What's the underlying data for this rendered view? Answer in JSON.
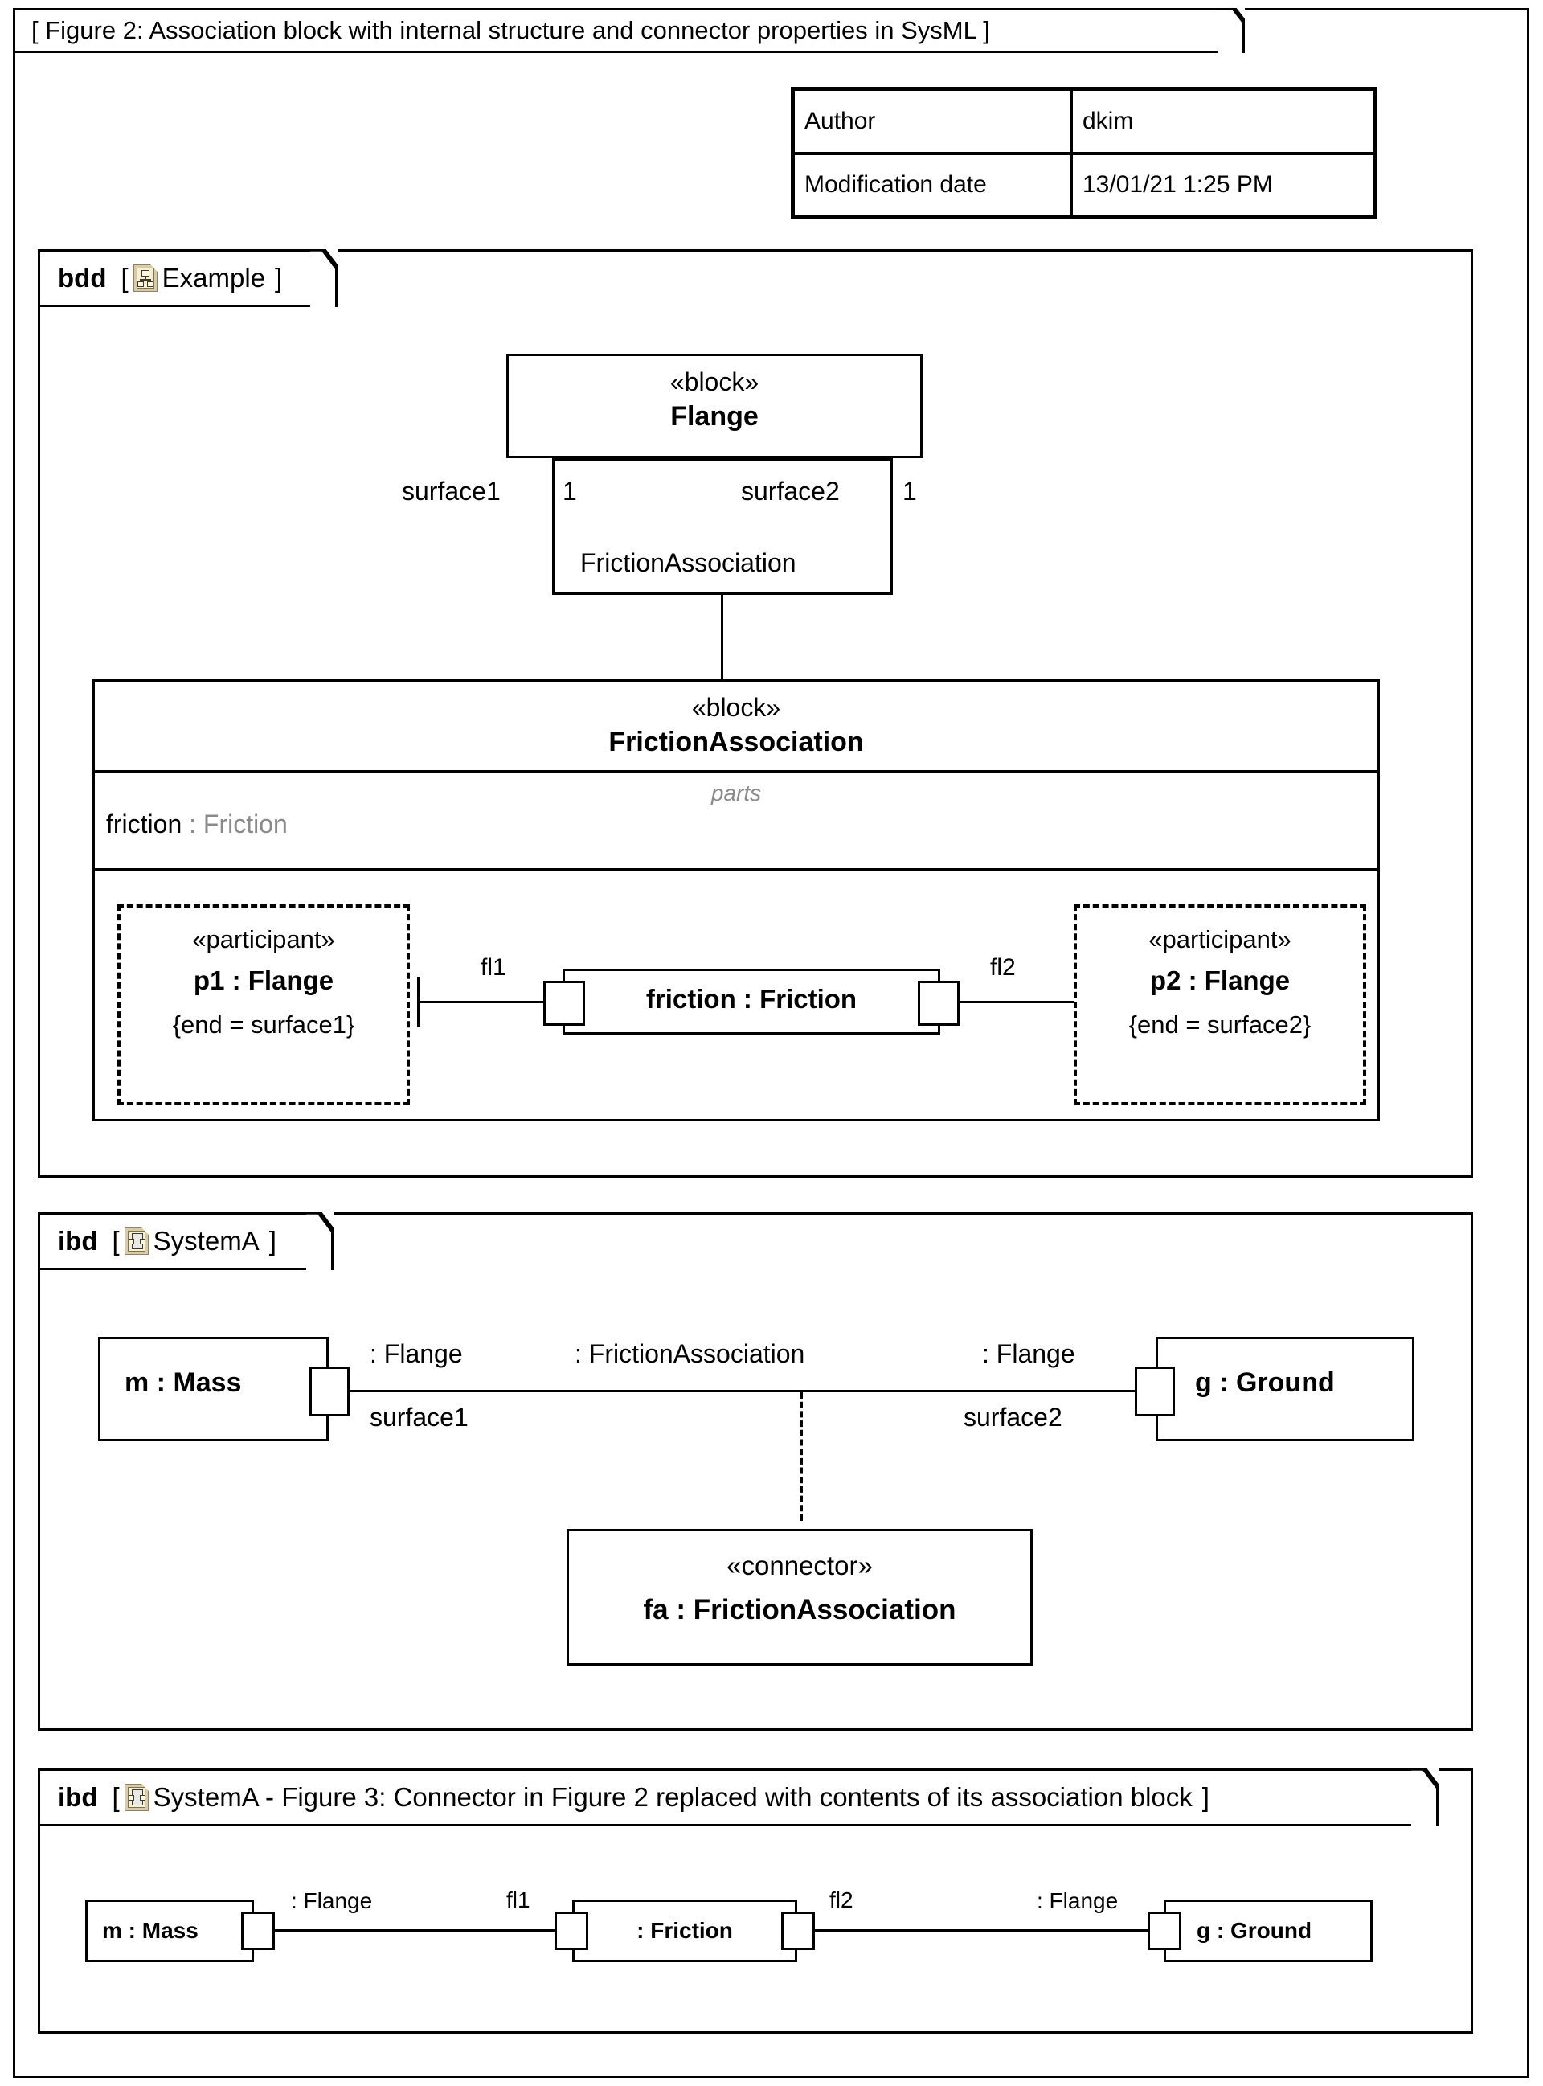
{
  "figure": {
    "caption": "[ Figure 2: Association block with internal structure and connector properties in SysML ]"
  },
  "metadata": {
    "rows": [
      {
        "key": "Author",
        "value": "dkim"
      },
      {
        "key": "Modification date",
        "value": "13/01/21 1:25 PM"
      }
    ]
  },
  "sections": [
    {
      "kind": "bdd",
      "icon": "bdd-diagram-icon",
      "bracket_open": "[",
      "bracket_close": "]",
      "name": "Example"
    },
    {
      "kind": "ibd",
      "icon": "ibd-diagram-icon",
      "bracket_open": "[",
      "bracket_close": "]",
      "name": "SystemA"
    },
    {
      "kind": "ibd",
      "icon": "ibd-diagram-icon",
      "bracket_open": "[",
      "bracket_close": "]",
      "name": "SystemA - Figure 3: Connector in Figure 2 replaced with contents of its association block"
    }
  ],
  "bdd": {
    "flange_block": {
      "stereotype": "«block»",
      "name": "Flange"
    },
    "association": {
      "name": "FrictionAssociation",
      "end1_role": "surface1",
      "end1_multiplicity": "1",
      "end2_role": "surface2",
      "end2_multiplicity": "1"
    },
    "assoc_block": {
      "stereotype": "«block»",
      "name": "FrictionAssociation",
      "parts_label": "parts",
      "part_name": "friction",
      "part_type": " : Friction"
    },
    "internal": {
      "p1": {
        "stereotype": "«participant»",
        "name": "p1 : Flange",
        "constraint": "{end = surface1}"
      },
      "p2": {
        "stereotype": "«participant»",
        "name": "p2 : Flange",
        "constraint": "{end = surface2}"
      },
      "friction_part": "friction : Friction",
      "connector1": "fl1",
      "connector2": "fl2"
    }
  },
  "ibd_systema": {
    "mass": "m : Mass",
    "ground": "g : Ground",
    "port_left_type": ": Flange",
    "port_left_name": "surface1",
    "connector_type": ": FrictionAssociation",
    "port_right_type": ": Flange",
    "port_right_name": "surface2",
    "connector_block": {
      "stereotype": "«connector»",
      "name": "fa : FrictionAssociation"
    }
  },
  "ibd_expanded": {
    "mass": "m : Mass",
    "friction": ": Friction",
    "ground": "g : Ground",
    "left_port_type": ": Flange",
    "left_connector": "fl1",
    "right_connector": "fl2",
    "right_port_type": ": Flange"
  },
  "colors": {
    "line": "#000000",
    "icon_sheet": "#d9cba5",
    "icon_inner": "#f6efd4",
    "muted_text": "#8a8a8a",
    "background": "#ffffff"
  }
}
